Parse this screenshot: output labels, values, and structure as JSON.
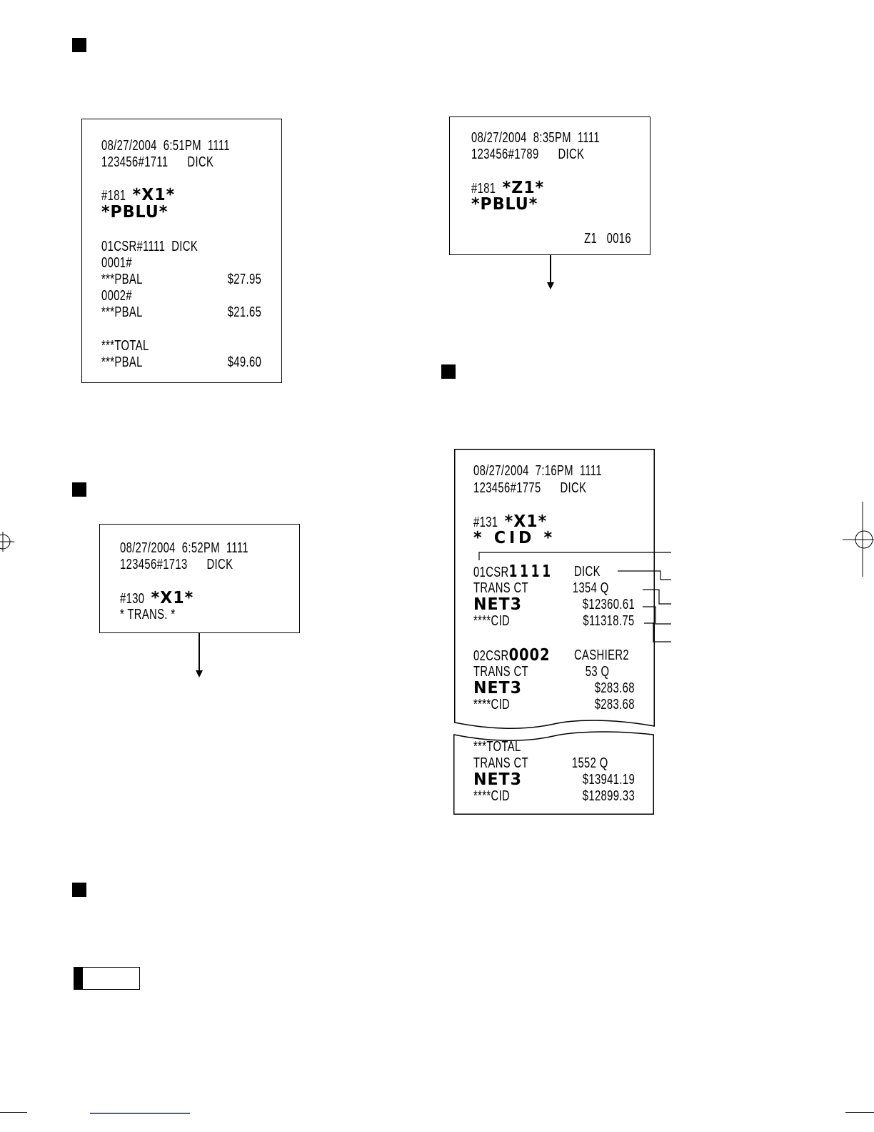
{
  "receipt_pblu_x1": {
    "l1": "08/27/2004  6:51PM  1111",
    "l2": "123456#1711      DICK",
    "l3a": "#181  ",
    "l3b": "*X1*",
    "l4": "*PBLU*",
    "l5": "01CSR#1111  DICK",
    "l6": "0001#",
    "l7a": "***PBAL",
    "l7b": "$27.95",
    "l8": "0002#",
    "l9a": "***PBAL",
    "l9b": "$21.65",
    "l10": "***TOTAL",
    "l11a": "***PBAL",
    "l11b": "$49.60"
  },
  "receipt_trans_x1": {
    "l1": "08/27/2004  6:52PM  1111",
    "l2": "123456#1713      DICK",
    "l3a": "#130  ",
    "l3b": "*X1*",
    "l4": "* TRANS. *"
  },
  "receipt_pblu_z1": {
    "l1": "08/27/2004  8:35PM  1111",
    "l2": "123456#1789      DICK",
    "l3a": "#181  ",
    "l3b": "*Z1*",
    "l4": "*PBLU*",
    "l5": "Z1   0016"
  },
  "receipt_cid_x1": {
    "l1": "08/27/2004  7:16PM  1111",
    "l2": "123456#1775      DICK",
    "l3a": "#131  ",
    "l3b": "*X1*",
    "l4": "* CID *",
    "c1_code": "01CSR",
    "c1_num": "1111",
    "c1_name": "DICK",
    "c1_trans_label": "TRANS CT",
    "c1_trans_value": "1354 Q",
    "c1_net_label": "NET3",
    "c1_net_value": "$12360.61",
    "c1_cid_label": "****CID",
    "c1_cid_value": "$11318.75",
    "c2_code": "02CSR",
    "c2_num": "0002",
    "c2_name": "CASHIER2",
    "c2_trans_label": "TRANS CT",
    "c2_trans_value": "53 Q",
    "c2_net_label": "NET3",
    "c2_net_value": "$283.68",
    "c2_cid_label": "****CID",
    "c2_cid_value": "$283.68",
    "total_label": "***TOTAL",
    "t_trans_label": "TRANS CT",
    "t_trans_value": "1552 Q",
    "t_net_label": "NET3",
    "t_net_value": "$13941.19",
    "t_cid_label": "****CID",
    "t_cid_value": "$12899.33"
  }
}
